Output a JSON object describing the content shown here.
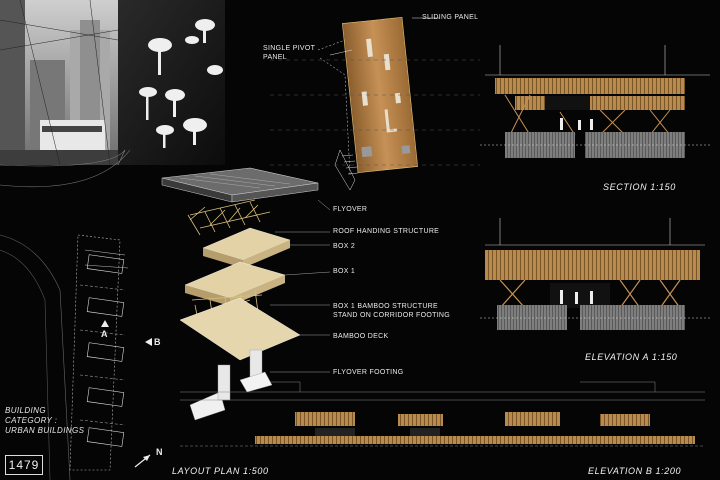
{
  "labels": {
    "sliding_panel": "SLIDING PANEL",
    "single_pivot_panel": "SINGLE PIVOT\nPANEL",
    "flyover": "FLYOVER",
    "roof_handing_structure": "ROOF HANDING STRUCTURE",
    "box_2": "BOX 2",
    "box_1": "BOX 1",
    "box1_bamboo_structure": "BOX 1 BAMBOO STRUCTURE\nSTAND ON CORRIDOR FOOTING",
    "bamboo_deck": "BAMBOO DECK",
    "flyover_footing": "FLYOVER FOOTING"
  },
  "titles": {
    "section": "SECTION   1:150",
    "elevation_a": "ELEVATION A   1:150",
    "layout_plan": "LAYOUT PLAN 1:500",
    "elevation_b": "ELEVATION B   1:200"
  },
  "plan_marks": {
    "a": "A",
    "b": "B",
    "north": "N"
  },
  "category": "BUILDING\nCATEGORY :\nURBAN BUILDINGS",
  "entry_number": "1479",
  "colors": {
    "background": "#050505",
    "bamboo": "#b98a4e",
    "bamboo_dark": "#7a5526",
    "box_cream": "#e3d2a6",
    "grey_base": "#8a8a8a",
    "line": "#d8d8d8"
  }
}
